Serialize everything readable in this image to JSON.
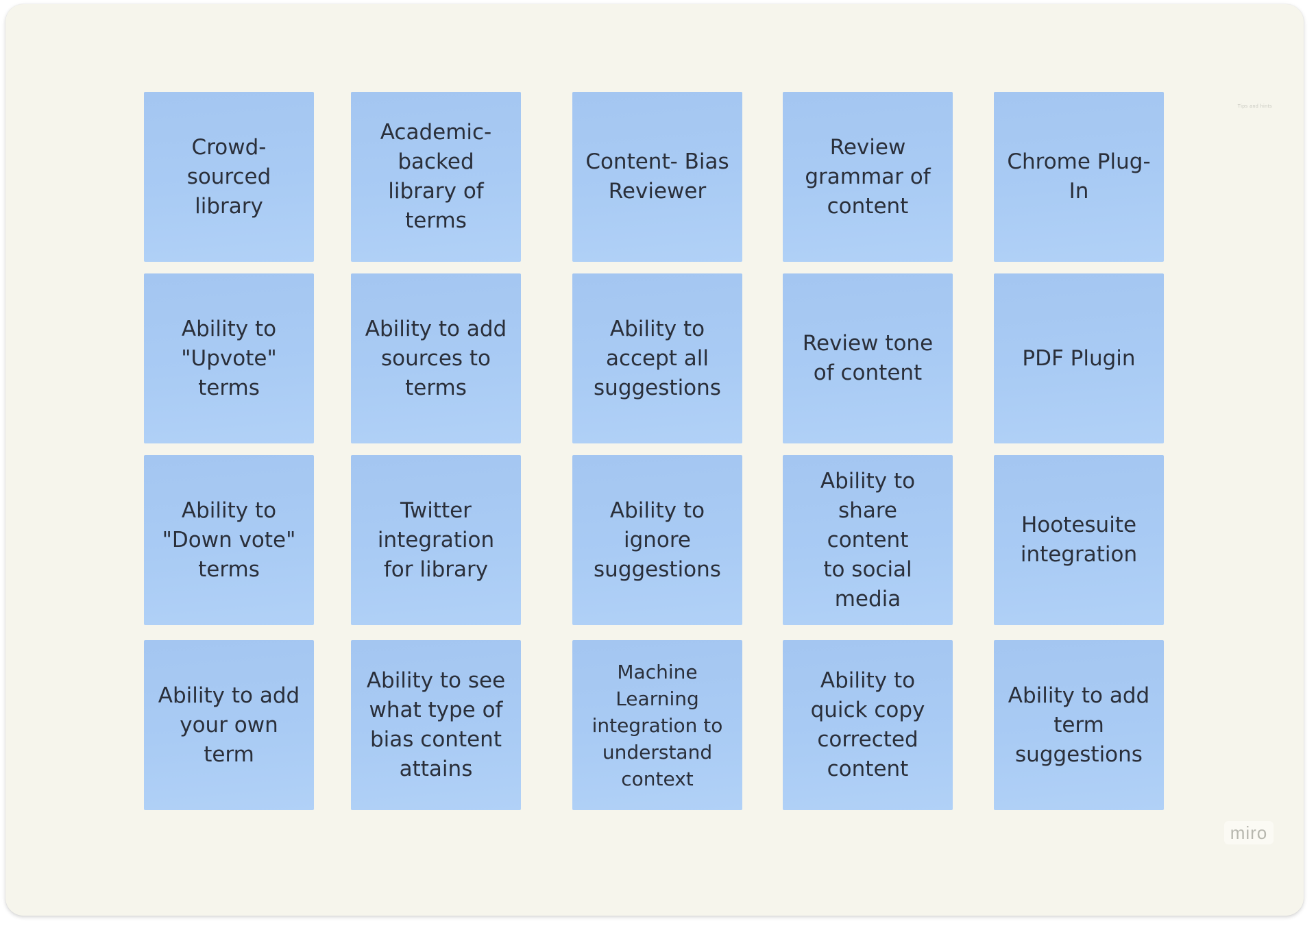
{
  "board": {
    "watermark": "miro",
    "faint_label": "Tips and hints"
  },
  "notes": [
    {
      "row": 0,
      "col": 0,
      "text": "Crowd-\nsourced\nlibrary"
    },
    {
      "row": 0,
      "col": 1,
      "text": "Academic-\nbacked\nlibrary of\nterms"
    },
    {
      "row": 0,
      "col": 2,
      "text": "Content- Bias\nReviewer"
    },
    {
      "row": 0,
      "col": 3,
      "text": "Review\ngrammar of\ncontent"
    },
    {
      "row": 0,
      "col": 4,
      "text": "Chrome Plug-\nIn"
    },
    {
      "row": 1,
      "col": 0,
      "text": "Ability to\n\"Upvote\"\nterms"
    },
    {
      "row": 1,
      "col": 1,
      "text": "Ability to add\nsources to\nterms"
    },
    {
      "row": 1,
      "col": 2,
      "text": "Ability to\naccept all\nsuggestions"
    },
    {
      "row": 1,
      "col": 3,
      "text": "Review tone\nof content"
    },
    {
      "row": 1,
      "col": 4,
      "text": "PDF Plugin"
    },
    {
      "row": 2,
      "col": 0,
      "text": "Ability to\n\"Down vote\"\nterms"
    },
    {
      "row": 2,
      "col": 1,
      "text": "Twitter\nintegration\nfor library"
    },
    {
      "row": 2,
      "col": 2,
      "text": "Ability to\nignore\nsuggestions"
    },
    {
      "row": 2,
      "col": 3,
      "text": "Ability to\nshare content\nto social\nmedia"
    },
    {
      "row": 2,
      "col": 4,
      "text": "Hootesuite\nintegration"
    },
    {
      "row": 3,
      "col": 0,
      "text": "Ability to add\nyour own\nterm"
    },
    {
      "row": 3,
      "col": 1,
      "text": "Ability to see\nwhat type of\nbias content\nattains"
    },
    {
      "row": 3,
      "col": 2,
      "text": "Machine\nLearning\nintegration to\nunderstand\ncontext",
      "small": true
    },
    {
      "row": 3,
      "col": 3,
      "text": "Ability to\nquick copy\ncorrected\ncontent"
    },
    {
      "row": 3,
      "col": 4,
      "text": "Ability to add\nterm\nsuggestions"
    }
  ]
}
